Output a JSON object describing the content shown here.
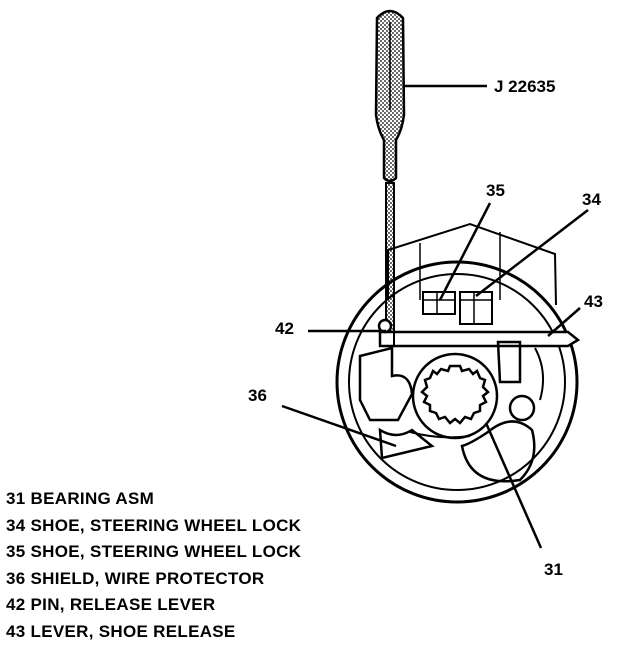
{
  "tool": {
    "label": "J 22635"
  },
  "callouts": {
    "c31": "31",
    "c34": "34",
    "c35": "35",
    "c36": "36",
    "c42": "42",
    "c43": "43"
  },
  "legend": [
    {
      "number": "31",
      "text": "BEARING ASM"
    },
    {
      "number": "34",
      "text": "SHOE, STEERING WHEEL LOCK"
    },
    {
      "number": "35",
      "text": "SHOE, STEERING WHEEL LOCK"
    },
    {
      "number": "36",
      "text": "SHIELD, WIRE PROTECTOR"
    },
    {
      "number": "42",
      "text": "PIN, RELEASE LEVER"
    },
    {
      "number": "43",
      "text": "LEVER, SHOE RELEASE"
    }
  ]
}
